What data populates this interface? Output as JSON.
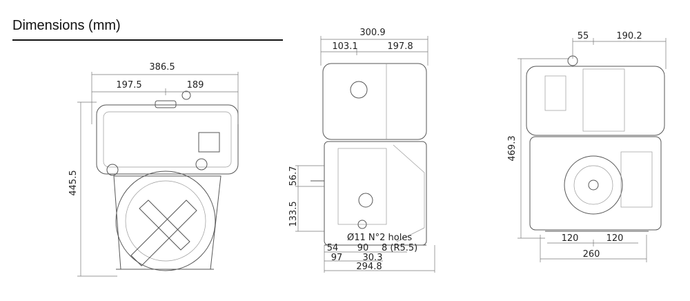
{
  "title": "Dimensions (mm)",
  "front_view": {
    "width_total": "386.5",
    "width_left": "197.5",
    "width_right": "189",
    "height": "445.5"
  },
  "side_view": {
    "width_total": "300.9",
    "width_left": "103.1",
    "width_right": "197.8",
    "height_upper": "56.7",
    "height_lower": "133.5",
    "holes_note": "Ø11 N°2 holes",
    "base_54": "54",
    "base_90": "90",
    "base_8": "8 (R5.5)",
    "base_97": "97",
    "base_30": "30.3",
    "base_total": "294.8"
  },
  "rear_view": {
    "width_left": "55",
    "width_right": "190.2",
    "height": "469.3",
    "base_left": "120",
    "base_right": "120",
    "base_total": "260"
  }
}
